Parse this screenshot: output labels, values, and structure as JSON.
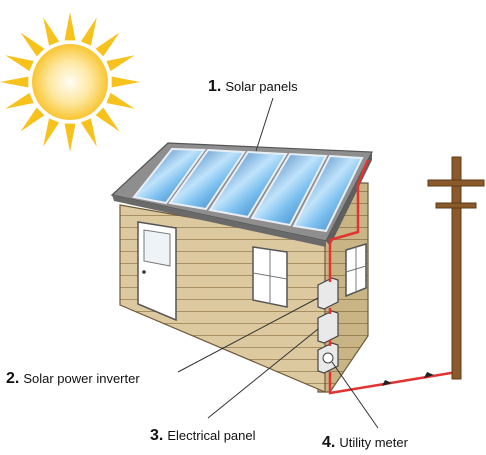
{
  "labels": [
    {
      "num": "1.",
      "text": "Solar panels"
    },
    {
      "num": "2.",
      "text": "Solar power inverter"
    },
    {
      "num": "3.",
      "text": "Electrical panel"
    },
    {
      "num": "4.",
      "text": "Utility meter"
    }
  ],
  "colors": {
    "sun_ray": "#f7c21b",
    "sun_core": "#fde7a0",
    "siding": "#d8c49a",
    "siding_dark": "#b9a377",
    "roof": "#8d8d8d",
    "panel": "#3b82c8",
    "wire": "#e23232",
    "pole": "#8a5a2b"
  }
}
